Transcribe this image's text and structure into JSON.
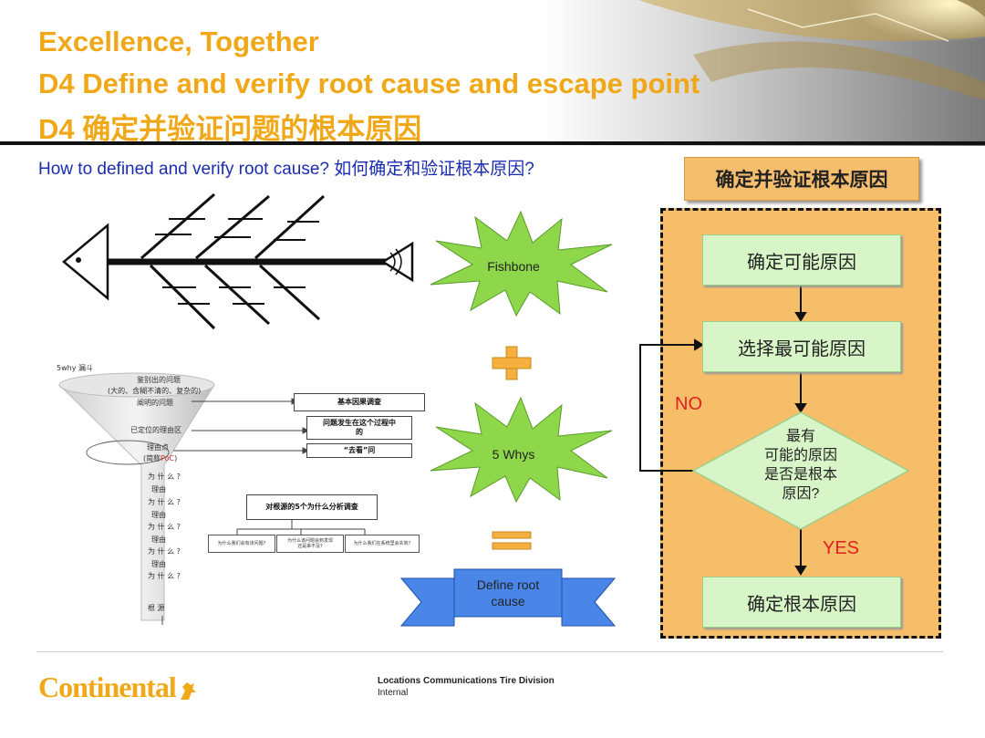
{
  "header": {
    "title_line1": "Excellence, Together",
    "title_line2": "D4 Define and verify root cause and escape point",
    "title_line3": "D4 确定并验证问题的根本原因",
    "question": "How to defined and verify root cause? 如何确定和验证根本原因?"
  },
  "flowchart": {
    "heading": "确定并验证根本原因",
    "step1": "确定可能原因",
    "step2": "选择最可能原因",
    "decision": [
      "最有",
      "可能的原因",
      "是否是根本",
      "原因?"
    ],
    "no_label": "NO",
    "yes_label": "YES",
    "step_final": "确定根本原因"
  },
  "tools": {
    "fishbone_label": "Fishbone",
    "whys_label": "5 Whys",
    "result_line1": "Define root",
    "result_line2": "cause"
  },
  "funnel": {
    "title": "5why 漏斗",
    "top_line1": "鉴别出的问题",
    "top_line2": "(大的、含糊不清的、复杂的)",
    "top_line3": "阐明的问题",
    "located_area": "已定位的理由区",
    "poc_line1": "理由点",
    "poc_line2_prefix": "(简称",
    "poc_abbr": "PoC",
    "poc_line2_suffix": ")",
    "why_text": "为 什 么 ?",
    "reason_text": "理由",
    "root_text": "根  源",
    "box_basic": "基本因果调查",
    "box_where_line1": "问题发生在这个过程中",
    "box_where_line2": "的",
    "box_go_see": "“去看”问",
    "box_5why": "对根源的5个为什么分析调查",
    "small_box1": "为什么我们会有该问题?",
    "small_box2_line1": "为什么该问题会到发现",
    "small_box2_line2": "还是来不及?",
    "small_box3": "为什么我们在系统里会失效?"
  },
  "footer": {
    "logo": "Continental",
    "division": "Locations Communications Tire Division",
    "classification": "Internal"
  },
  "colors": {
    "title_orange": "#f0a818",
    "question_blue": "#1a2cb0",
    "panel_orange": "#f7be6a",
    "step_green": "#d8f5c8",
    "star_green": "#8ed64a",
    "ribbon_blue": "#4a86e8",
    "alert_red": "#e02020"
  }
}
